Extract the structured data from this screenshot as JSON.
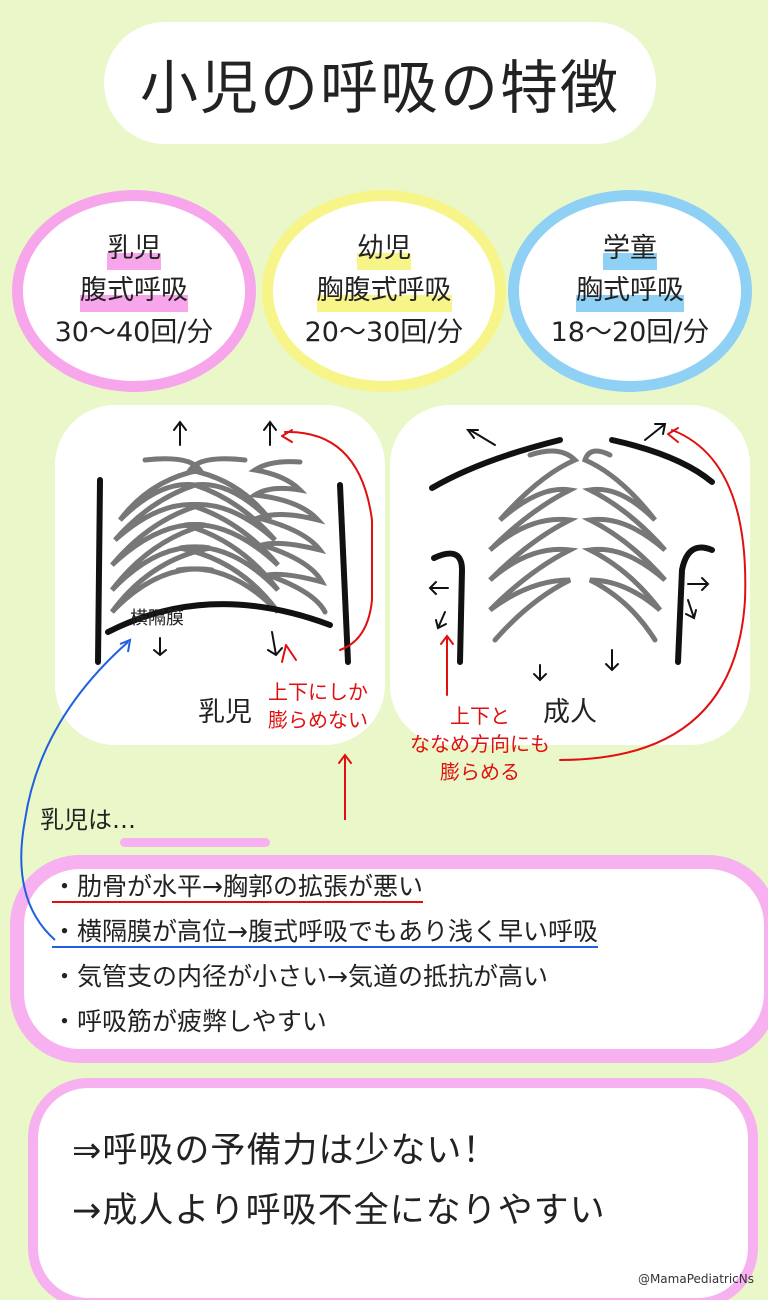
{
  "title": "小児の呼吸の特徴",
  "groups": [
    {
      "name": "乳児",
      "type": "腹式呼吸",
      "rate": "30〜40回/分"
    },
    {
      "name": "幼児",
      "type": "胸腹式呼吸",
      "rate": "20〜30回/分"
    },
    {
      "name": "学童",
      "type": "胸式呼吸",
      "rate": "18〜20回/分"
    }
  ],
  "diagram": {
    "infant_label": "乳児",
    "adult_label": "成人",
    "diaphragm_label": "横隔膜",
    "infant_note": [
      "上下にしか",
      "膨らめない"
    ],
    "adult_note": [
      "上下と",
      "ななめ方向にも",
      "膨らめる"
    ]
  },
  "notes": {
    "heading": "乳児は…",
    "items": [
      "・肋骨が水平→胸郭の拡張が悪い",
      "・横隔膜が高位→腹式呼吸でもあり浅く早い呼吸",
      "・気管支の内径が小さい→気道の抵抗が高い",
      "・呼吸筋が疲弊しやすい"
    ]
  },
  "conclusion": {
    "line1": "⇒呼吸の予備力は少ない！",
    "line2": "→成人より呼吸不全になりやすい"
  },
  "footer": "@MamaPediatricNs",
  "colors": {
    "pink": "#f7a6ec",
    "yellow": "#f7f58a",
    "blue": "#8fd0f5",
    "red": "#e01010",
    "blue_line": "#2060e0",
    "background": "#eaf7c9"
  }
}
